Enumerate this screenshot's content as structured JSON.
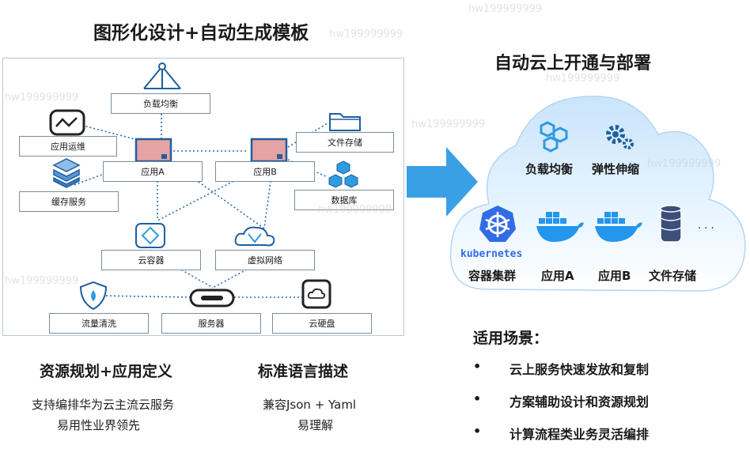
{
  "left_title": "图形化设计+自动生成模板",
  "right_title": "自动云上开通与部署",
  "canvas": {
    "nodes": {
      "load_balancer": "负载均衡",
      "app_ops": "应用运维",
      "cache_service": "缓存服务",
      "app_a": "应用A",
      "app_b": "应用B",
      "file_storage": "文件存储",
      "database": "数据库",
      "cloud_container": "云容器",
      "virtual_network": "虚拟网络",
      "traffic_cleaning": "流量清洗",
      "server": "服务器",
      "cloud_disk": "云硬盘"
    }
  },
  "cloud": {
    "load_balance": "负载均衡",
    "elastic_scaling": "弹性伸缩",
    "kubernetes_logo": "kubernetes",
    "container_cluster": "容器集群",
    "app_a": "应用A",
    "app_b": "应用B",
    "file_storage": "文件存储",
    "ellipsis": "· · ·"
  },
  "captions": {
    "resource_head": "资源规划+应用定义",
    "resource_line1": "支持编排华为云主流云服务",
    "resource_line2": "易用性业界领先",
    "lang_head": "标准语言描述",
    "lang_line1": "兼容Json + Yaml",
    "lang_line2": "易理解"
  },
  "scenarios": {
    "title": "适用场景：",
    "bullet": "•",
    "items": [
      "云上服务快速发放和复制",
      "方案辅助设计和资源规划",
      "计算流程类业务灵活编排"
    ]
  },
  "watermark": "hw199999999",
  "colors": {
    "accent_blue": "#2f9be0",
    "dark_blue": "#1f5f9e",
    "node_pink": "#e6a3a3",
    "cloud_fill": "#dcefff"
  }
}
